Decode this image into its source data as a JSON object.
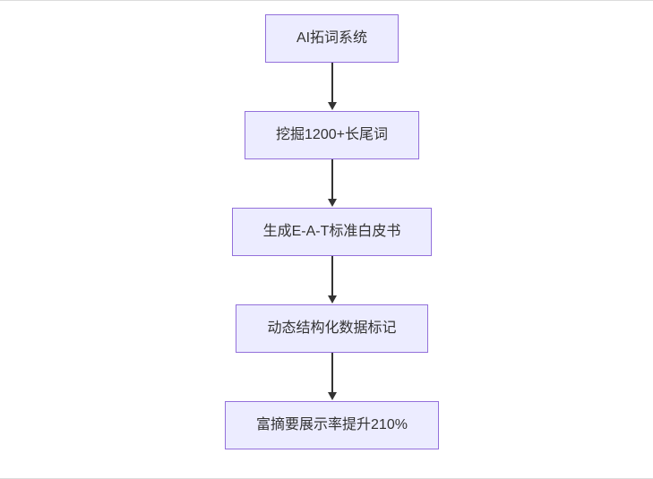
{
  "page": {
    "background": "#ffffff"
  },
  "diagram": {
    "type": "flowchart",
    "direction": "top-down",
    "node_fill": "#ECECFF",
    "node_border": "#9370DB",
    "arrow_color": "#333333",
    "text_color": "#333333",
    "nodes": [
      {
        "id": "A",
        "label": "AI拓词系统"
      },
      {
        "id": "B",
        "label": "挖掘1200+长尾词"
      },
      {
        "id": "C",
        "label": "生成E-A-T标准白皮书"
      },
      {
        "id": "D",
        "label": "动态结构化数据标记"
      },
      {
        "id": "E",
        "label": "富摘要展示率提升210%"
      }
    ],
    "edges": [
      {
        "from": "A",
        "to": "B"
      },
      {
        "from": "B",
        "to": "C"
      },
      {
        "from": "C",
        "to": "D"
      },
      {
        "from": "D",
        "to": "E"
      }
    ]
  }
}
